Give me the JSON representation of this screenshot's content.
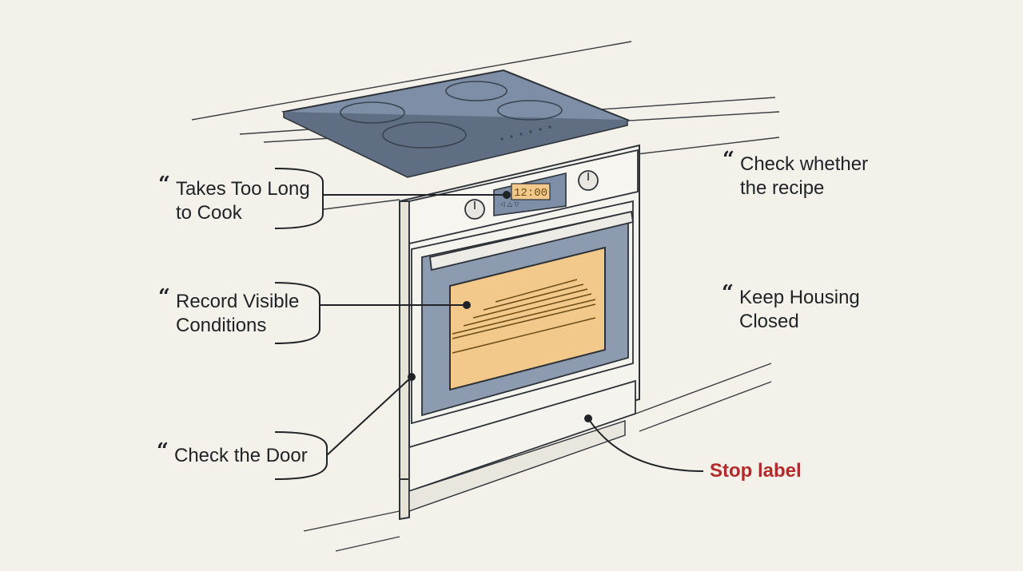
{
  "oven": {
    "display_time": "12:00",
    "display_arrows": "◁ △ ▽"
  },
  "callouts": {
    "takes_too_long": {
      "line1": "Takes Too Long",
      "line2": "to Cook"
    },
    "record_visible": {
      "line1": "Record Visible",
      "line2": "Conditions"
    },
    "check_door": {
      "line1": "Check the Door"
    },
    "check_recipe": {
      "line1": "Check whether",
      "line2": "the recipe"
    },
    "keep_housing": {
      "line1": "Keep Housing",
      "line2": "Closed"
    },
    "stop_label": {
      "text": "Stop label"
    }
  },
  "quote_mark": "“",
  "colors": {
    "background": "#f3f1e9",
    "cooktop": "#7d8ea6",
    "oven_window": "#f2c98a",
    "door_frame": "#8c9bb0",
    "ink": "#1f2226",
    "stop_label": "#b32a2a"
  }
}
